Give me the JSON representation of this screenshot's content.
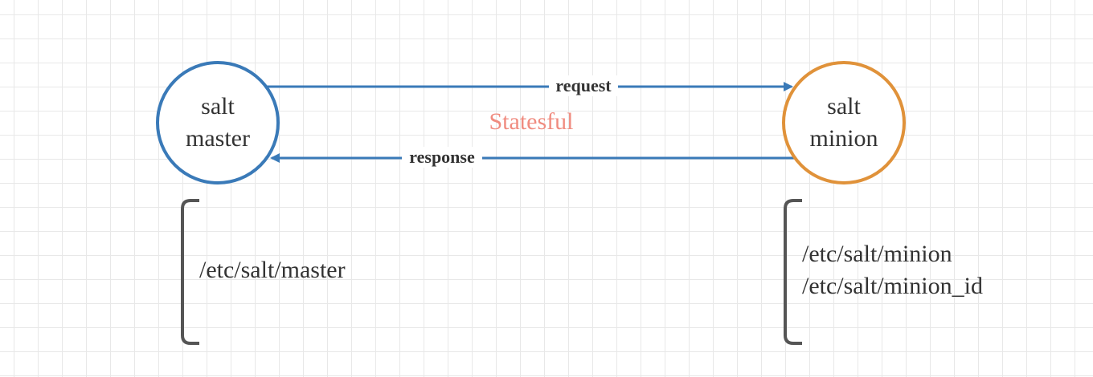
{
  "nodes": {
    "master": {
      "line1": "salt",
      "line2": "master",
      "color": "#3a7ab8"
    },
    "minion": {
      "line1": "salt",
      "line2": "minion",
      "color": "#e0923a"
    }
  },
  "edges": {
    "request": {
      "label": "request",
      "color": "#3a7ab8"
    },
    "response": {
      "label": "response",
      "color": "#3a7ab8"
    }
  },
  "center_label": {
    "text": "Statesful",
    "color": "#f08c80"
  },
  "master_config": {
    "files": [
      "/etc/salt/master"
    ]
  },
  "minion_config": {
    "files": [
      "/etc/salt/minion",
      "/etc/salt/minion_id"
    ]
  },
  "colors": {
    "bracket": "#555555",
    "grid": "#e8e8e8"
  }
}
